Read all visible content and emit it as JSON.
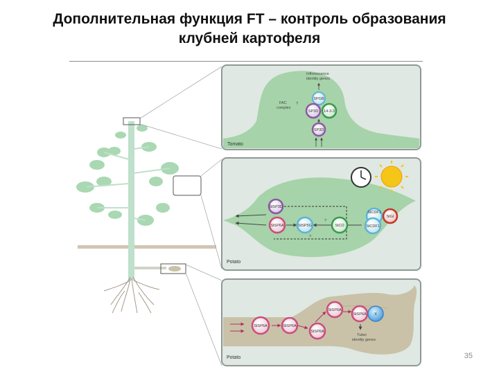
{
  "slide": {
    "title_line1": "Дополнительная функция FT – контроль образования",
    "title_line2": "клубней картофеля",
    "page_number": "35"
  },
  "panels": {
    "tomato": {
      "label": "Tomato",
      "top_label_line1": "Inflorescence",
      "top_label_line2": "identity genes",
      "fac_line1": "FAC",
      "fac_line2": "complex",
      "q": "?",
      "nodes": {
        "spgb": "SPGB",
        "sp3d": "SP3D",
        "fourteen33": "14-3-3",
        "sp_bottom": "SP3D"
      }
    },
    "leaf": {
      "label": "Potato",
      "nodes": {
        "stsp3d": "StSP3D",
        "stsp6a": "StSP6A",
        "stsp5g": "StSP5G",
        "stco": "StCO",
        "stcdf_top": "StCDF1",
        "stgi": "StGI",
        "stcdf_bottom": "StCDF1"
      },
      "q1": "?",
      "q2": "?"
    },
    "tuber": {
      "label": "Potato",
      "nodes": {
        "stsp6a_left": "StSP6A",
        "stsp6a_mid": "StSP6A",
        "stsp6a_low": "StSP6A",
        "stsp6a_up": "StSP6A",
        "stsp6a_right": "StSP6A",
        "x": "X"
      },
      "tuber_label_line1": "Tuber",
      "tuber_label_line2": "identity genes"
    }
  },
  "colors": {
    "panel_bg": "#dfe8e2",
    "panel_border": "#8f9894",
    "leaf": "#a6d3a9",
    "tuber": "#c9c2a8",
    "plant": "#bfe0cc",
    "purple": "#8a5aa0",
    "pink": "#c94e7b",
    "blue": "#5db4d4",
    "green": "#3a9a4a",
    "red": "#c0392b",
    "sun": "#f5c518"
  }
}
